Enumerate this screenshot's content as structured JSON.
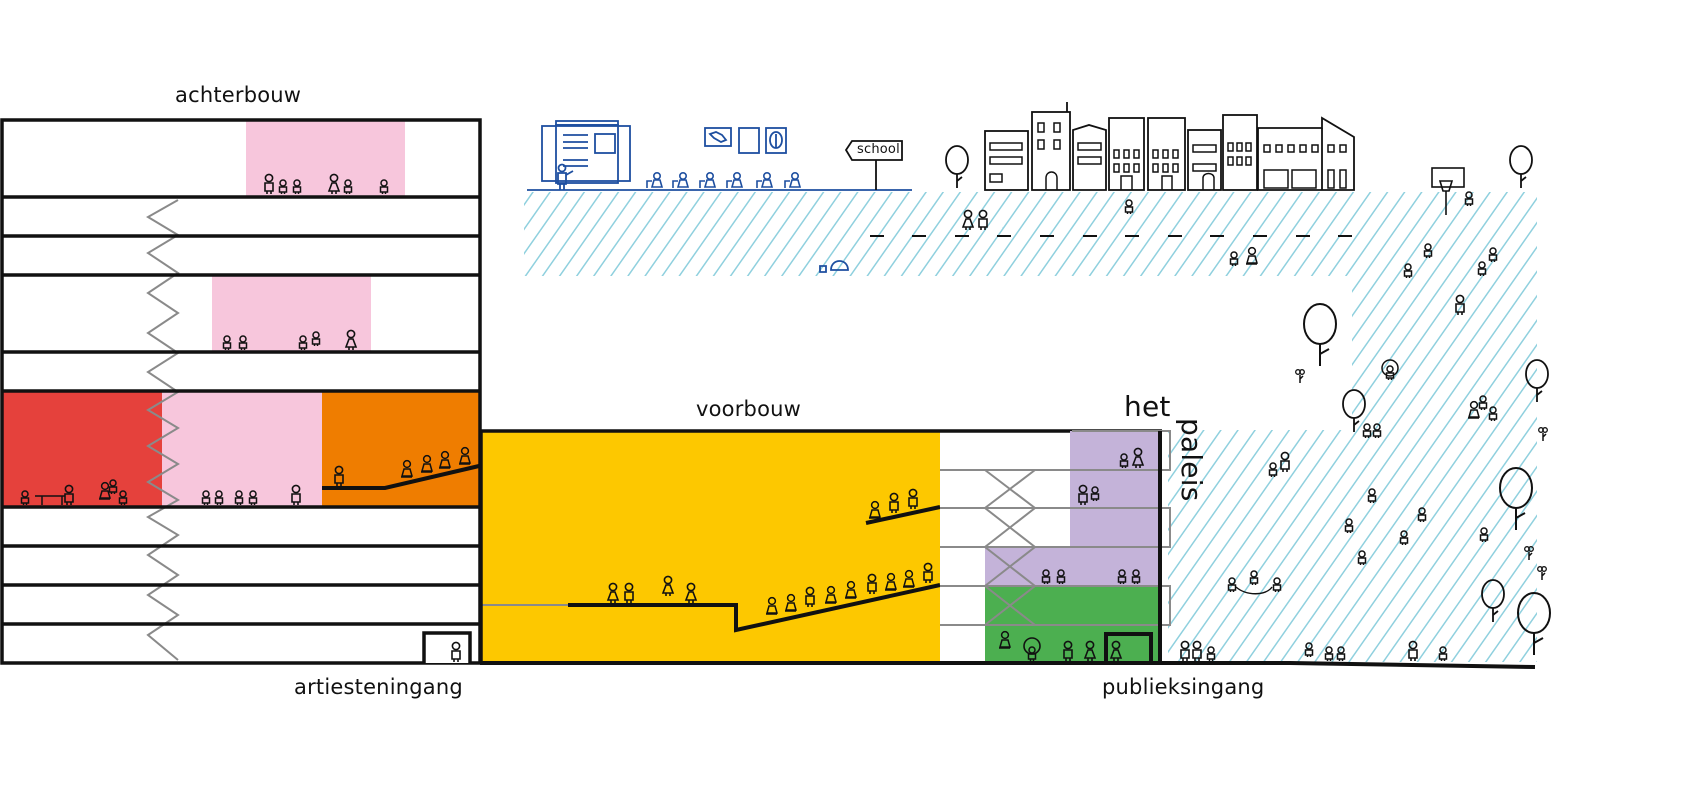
{
  "labels": {
    "achterbouw": "achterbouw",
    "voorbouw": "voorbouw",
    "artiesteningang": "artiesteningang",
    "publieksingang": "publieksingang",
    "het": "het",
    "paleis": "paleis",
    "school_sign": "school"
  },
  "colors": {
    "pink": "#f7c6dc",
    "red": "#e5413c",
    "orange": "#ef7d00",
    "yellow": "#fdc800",
    "purple": "#c4b3d9",
    "green": "#4caf50",
    "hatch": "#8fd0de",
    "school_blue": "#1e4fa0",
    "line": "#111111",
    "grey": "#8a8a8a"
  },
  "school_icons": [
    "belgium-map-icon",
    "letter-a-icon",
    "leaf-icon"
  ],
  "zones": [
    {
      "name": "achterbouw-top-pink",
      "color": "pink",
      "people": 6
    },
    {
      "name": "achterbouw-mid-pink",
      "color": "pink",
      "people": 5
    },
    {
      "name": "achterbouw-red",
      "color": "red",
      "people": 6
    },
    {
      "name": "achterbouw-pink-floor",
      "color": "pink",
      "people": 5
    },
    {
      "name": "achterbouw-orange",
      "color": "orange",
      "people": 5
    },
    {
      "name": "voorbouw-yellow",
      "color": "yellow",
      "people": 17
    },
    {
      "name": "foyer-purple",
      "color": "purple",
      "people": 8
    },
    {
      "name": "foyer-green",
      "color": "green",
      "people": 5
    }
  ]
}
